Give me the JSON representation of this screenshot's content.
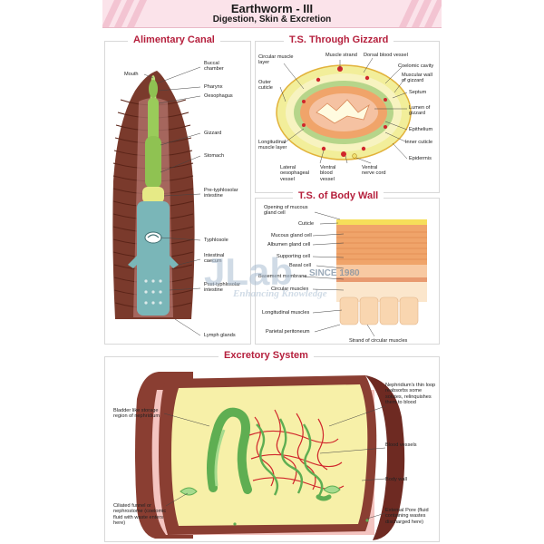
{
  "header": {
    "title": "Earthworm - III",
    "subtitle": "Digestion, Skin & Excretion"
  },
  "panels": {
    "alimentary": {
      "title": "Alimentary Canal",
      "labels": {
        "mouth": "Mouth",
        "buccal": "Buccal chamber",
        "pharynx": "Pharynx",
        "oesophagus": "Oesophagus",
        "gizzard": "Gizzard",
        "stomach": "Stomach",
        "pre_typhlosolar": "Pre-typhlosolar intestine",
        "typhlosole": "Typhlosole",
        "caecum": "Intestinal caecum",
        "post_typhlosolar": "Post-typhlosolar intestine",
        "lymph": "Lymph glands"
      }
    },
    "gizzard": {
      "title": "T.S. Through Gizzard",
      "labels": {
        "circular_muscle": "Circular muscle layer",
        "muscle_strand": "Muscle strand",
        "dorsal_vessel": "Dorsal blood vessel",
        "coelomic_cavity": "Coelomic cavity",
        "muscular_wall": "Muscular wall of gizzard",
        "outer_cuticle": "Outer cuticle",
        "septum": "Septum",
        "lumen": "Lumen of gizzard",
        "epithelium": "Epithelium",
        "longitudinal_muscle": "Longitudinal muscle layer",
        "inner_cuticle": "Inner cuticle",
        "epidermis": "Epidermis",
        "lateral_vessel": "Lateral oesophageal vessel",
        "ventral_vessel": "Ventral blood vessel",
        "ventral_nerve": "Ventral nerve cord"
      }
    },
    "body_wall": {
      "title": "T.S. of Body Wall",
      "labels": {
        "mucous_opening": "Opening of mucous gland cell",
        "cuticle": "Cuticle",
        "mucous_cell": "Mucous gland cell",
        "albumen_cell": "Albumen gland cell",
        "supporting_cell": "Supporting cell",
        "basal_cell": "Basal cell",
        "basement_membrane": "Basement membrane",
        "circular_muscles": "Circular muscles",
        "longitudinal_muscles": "Longitudinal muscles",
        "parietal_peritoneum": "Parietal peritoneum",
        "strand_circular": "Strand of circular muscles"
      }
    },
    "excretory": {
      "title": "Excretory System",
      "labels": {
        "bladder": "Bladder like storage region of nephridium",
        "thin_loop": "Nephridium's thin loop reabsorbs some solutes, relinquishes them to blood",
        "blood_vessels": "Blood vessels",
        "body_wall": "Body wall",
        "funnel": "Ciliated funnel or nephrostome (coelomic fluid with waste enters here)",
        "external_pore": "External Pore (fluid containing wastes discharged here)"
      }
    }
  },
  "watermark": {
    "brand": "JLab",
    "since": "SINCE 1980",
    "tagline": "Enhancing Knowledge"
  },
  "colors": {
    "title_red": "#b51f3c",
    "worm_brown": "#7a3a2c",
    "gut_green": "#9acb5a",
    "gizzard_yellow": "#f2ee9a",
    "tissue_orange": "#f0a46a",
    "nephridium_green": "#7cc46a",
    "vessel_red": "#d0262c"
  }
}
